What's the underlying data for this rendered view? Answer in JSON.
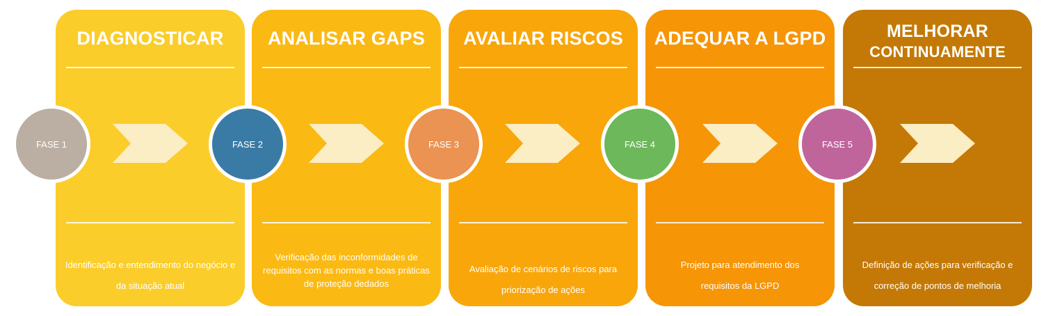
{
  "phases": [
    {
      "title_lines": [
        "DIAGNOSTICAR"
      ],
      "description": "Identificação e entendimento do negócio e da situação atual",
      "fase_label": "FASE 1",
      "panel_color": "#fbcd2a",
      "circle_color": "#bbaea2"
    },
    {
      "title_lines": [
        "ANALISAR GAPS"
      ],
      "description": "Verificação das inconformidades de requisitos com as normas e boas práticas de proteção dedados",
      "fase_label": "FASE 2",
      "panel_color": "#fbb914",
      "circle_color": "#3a7ba5"
    },
    {
      "title_lines": [
        "AVALIAR RISCOS"
      ],
      "description": "Avaliação de cenários de riscos para priorização de ações",
      "fase_label": "FASE 3",
      "panel_color": "#f9a60b",
      "circle_color": "#eb9352"
    },
    {
      "title_lines": [
        "ADEQUAR A LGPD"
      ],
      "description": "Projeto para atendimento dos requisitos da LGPD",
      "fase_label": "FASE 4",
      "panel_color": "#f69506",
      "circle_color": "#6cb85a"
    },
    {
      "title_lines": [
        "MELHORAR",
        "CONTINUAMENTE"
      ],
      "description": "Definição de ações para verificação e correção de pontos de melhoria",
      "fase_label": "FASE 5",
      "panel_color": "#c47906",
      "circle_color": "#c0659c"
    }
  ],
  "arrow_color": "#fbedc4"
}
